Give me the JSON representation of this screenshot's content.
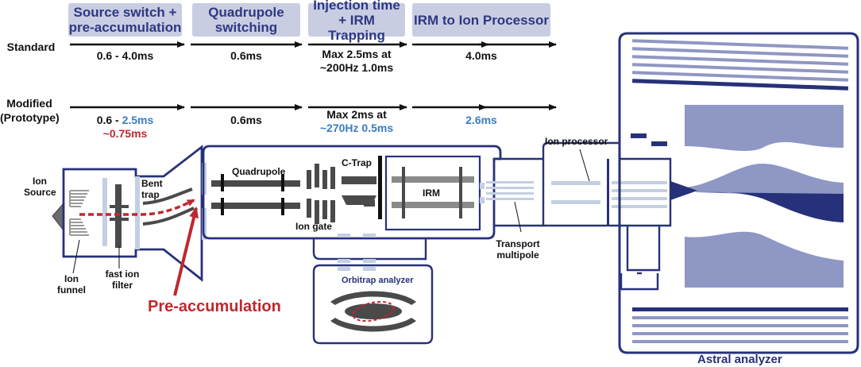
{
  "headers": {
    "source_switch": "Source switch + pre-accumulation",
    "quadrupole_switching": "Quadrupole switching",
    "injection_trapping": "Injection time + IRM Trapping",
    "irm_to_processor": "IRM to Ion Processor"
  },
  "rows": {
    "standard": {
      "label": "Standard",
      "source_switch": "0.6 - 4.0ms",
      "quadrupole": "0.6ms",
      "injection_line1": "Max 2.5ms at",
      "injection_line2": "~200Hz 1.0ms",
      "irm": "4.0ms"
    },
    "modified": {
      "label_line1": "Modified",
      "label_line2": "(Prototype)",
      "source_switch_prefix": "0.6 - ",
      "source_switch_blue": "2.5ms",
      "source_switch_red": "~0.75ms",
      "quadrupole": "0.6ms",
      "injection_line1": "Max 2ms at",
      "injection_line2": "~270Hz 0.5ms",
      "irm": "2.6ms"
    }
  },
  "components": {
    "ion_source": "Ion Source",
    "ion_funnel": "Ion funnel",
    "fast_ion_filter": "fast ion filter",
    "bent_trap": "Bent trap",
    "quadrupole": "Quadrupole",
    "ion_gate": "Ion gate",
    "c_trap": "C-Trap",
    "irm": "IRM",
    "transport_multipole": "Transport multipole",
    "ion_processor": "Ion processor",
    "orbitrap_analyzer": "Orbitrap analyzer",
    "astral_analyzer": "Astral analyzer",
    "pre_accumulation": "Pre-accumulation"
  },
  "colors": {
    "navy": "#27317a",
    "header_fill": "#c8cde2",
    "header_text": "#2d3882",
    "light_blue": "#c3cfe3",
    "periwinkle": "#8f97c4",
    "dark_grey": "#4a4a4a",
    "mid_grey": "#8a8a8a",
    "red": "#c0282d",
    "blue_text": "#3a7cc4"
  }
}
